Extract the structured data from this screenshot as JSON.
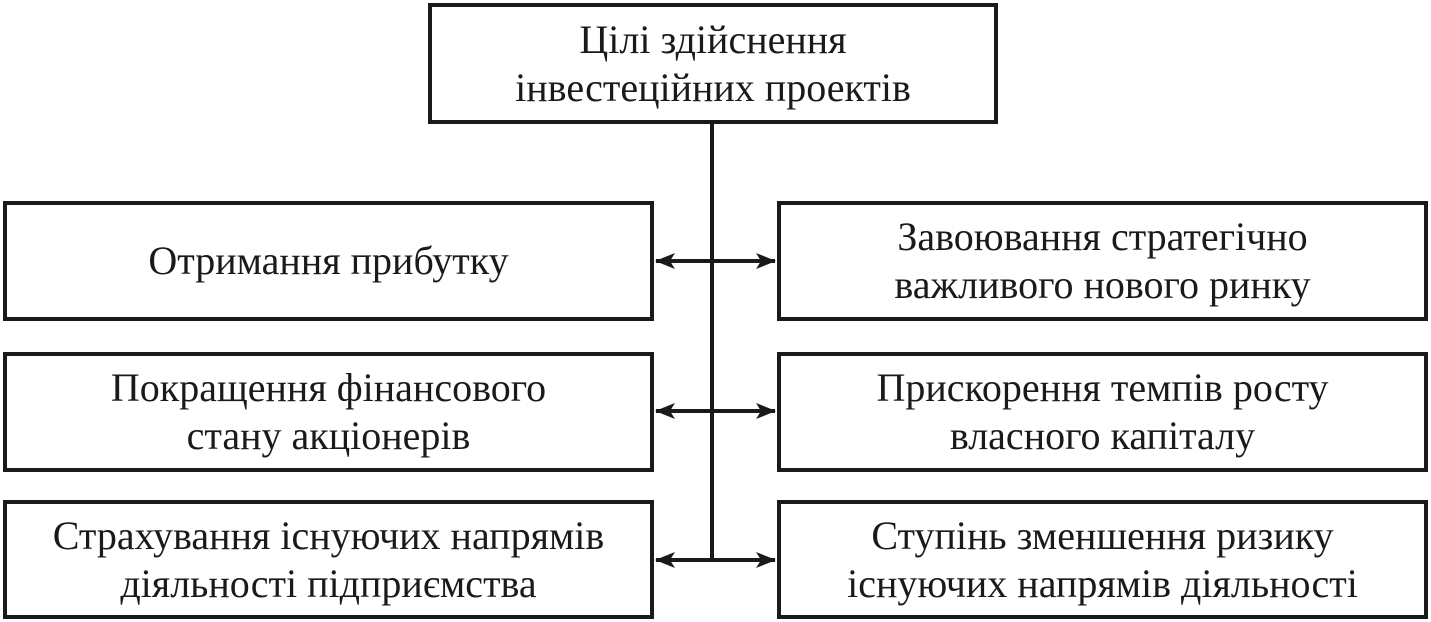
{
  "diagram": {
    "root": {
      "line1": "Цілі здійснення",
      "line2": "інвестеційних проектів"
    },
    "left_goals": [
      {
        "line1": "Отримання прибутку",
        "line2": ""
      },
      {
        "line1": "Покращення фінансового",
        "line2": "стану акціонерів"
      },
      {
        "line1": "Страхування існуючих напрямів",
        "line2": "діяльності підприємства"
      }
    ],
    "right_goals": [
      {
        "line1": "Завоювання стратегічно",
        "line2": "важливого нового ринку"
      },
      {
        "line1": "Прискорення темпів росту",
        "line2": "власного капіталу"
      },
      {
        "line1": "Ступінь зменшення ризику",
        "line2": "існуючих напрямів діяльності"
      }
    ],
    "colors": {
      "line": "#1a1a1a",
      "background": "#ffffff"
    }
  }
}
